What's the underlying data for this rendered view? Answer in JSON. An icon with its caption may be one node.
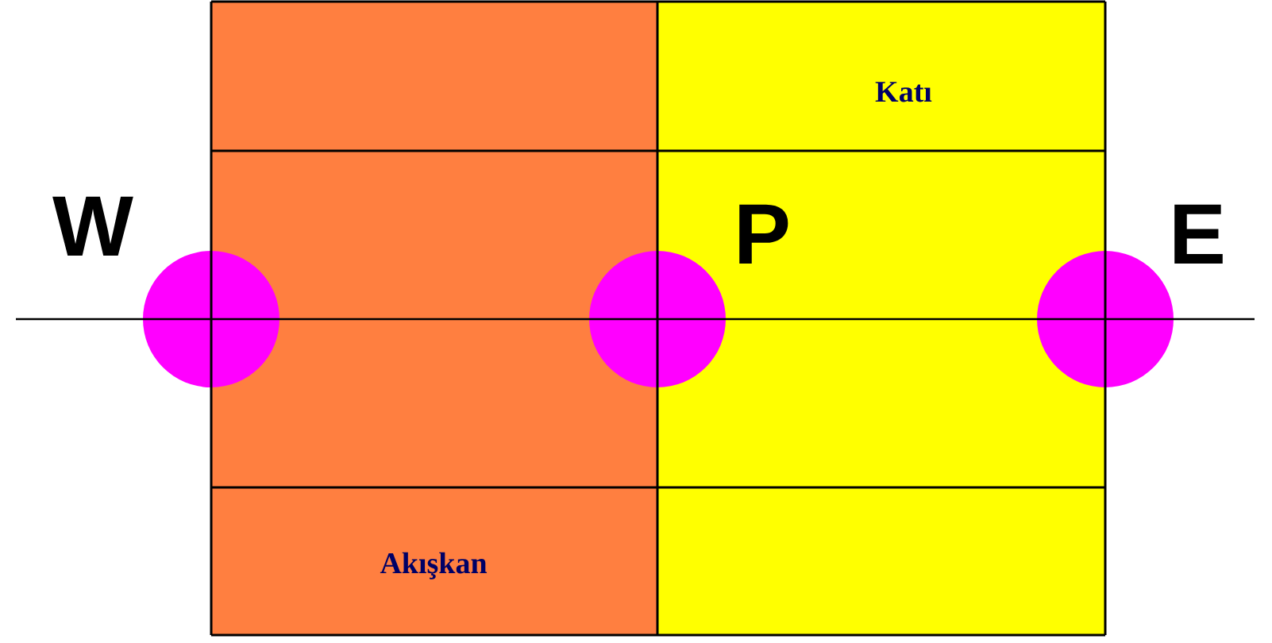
{
  "diagram": {
    "nodes": [
      {
        "text": [
          "Akışkan"
        ]
      },
      {
        "text": [
          "Katı"
        ]
      },
      {
        "text": [],
        "shape": "circle",
        "beside": [
          "W"
        ]
      },
      {
        "text": [],
        "shape": "circle",
        "beside": [
          "P"
        ]
      },
      {
        "text": [],
        "shape": "circle",
        "beside": [
          "E"
        ]
      }
    ]
  }
}
